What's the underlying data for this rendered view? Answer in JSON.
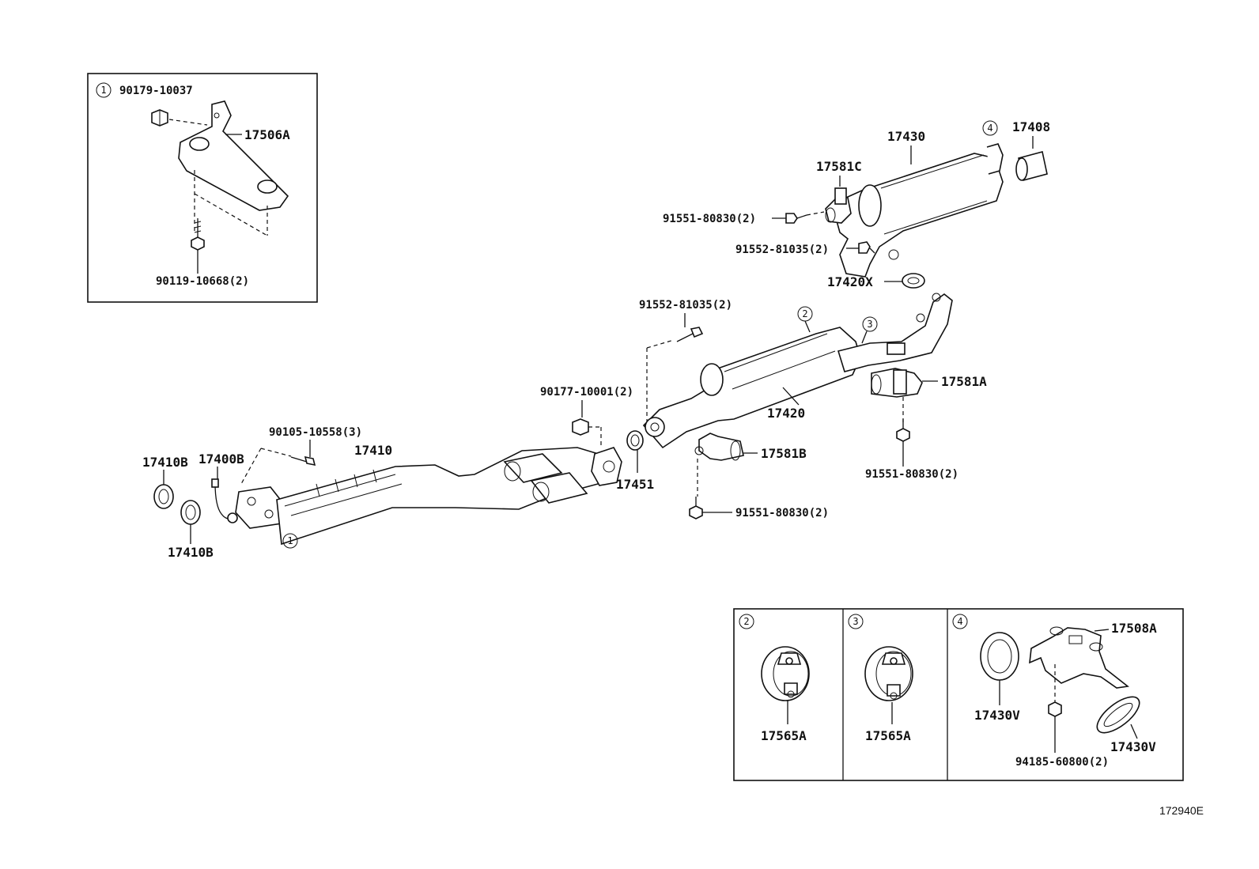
{
  "diagram_code": "172940E",
  "labels": {
    "p17410B_top": "17410B",
    "p17400B": "17400B",
    "p17410": "17410",
    "p90105": "90105-10558(3)",
    "p17410B_bottom": "17410B",
    "p90177": "90177-10001(2)",
    "p17451": "17451",
    "p91552_mid": "91552-81035(2)",
    "p17420": "17420",
    "p17581B": "17581B",
    "p91551_left": "91551-80830(2)",
    "p17581A": "17581A",
    "p91551_right": "91551-80830(2)",
    "p17430": "17430",
    "p17408": "17408",
    "p17581C": "17581C",
    "p91551_top": "91551-80830(2)",
    "p91552_top": "91552-81035(2)",
    "p17420X": "17420X",
    "inset1_bolt": "90179-10037",
    "inset1_bracket": "17506A",
    "inset1_bottom": "90119-10668(2)",
    "inset2_part": "17565A",
    "inset3_part": "17565A",
    "inset4_bracket": "17508A",
    "inset4_gasket_left": "17430V",
    "inset4_gasket_right": "17430V",
    "inset4_nut": "94185-60800(2)"
  },
  "callouts": {
    "c1": "1",
    "c2": "2",
    "c3": "3",
    "c4": "4"
  }
}
